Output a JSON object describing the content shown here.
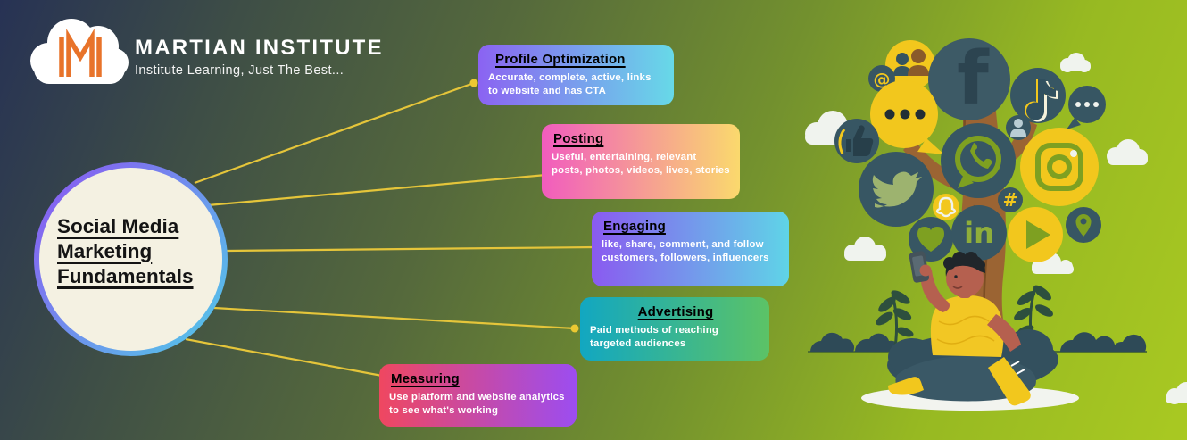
{
  "brand": {
    "name": "MARTIAN INSTITUTE",
    "tagline": "Institute Learning, Just The Best...",
    "logo": "white-cloud-with-orange-M-monogram",
    "logo_color": "#e8732a"
  },
  "center_topic": {
    "lines": [
      "Social Media",
      "Marketing",
      "Fundamentals"
    ],
    "fill": "#f4f1e2",
    "ring_gradient": [
      "#8a5af2",
      "#53c6e8"
    ]
  },
  "nodes": [
    {
      "title": "Profile Optimization",
      "description": "Accurate, complete, active, links to website and has CTA",
      "gradient": [
        "#8b63f2",
        "#67d9e8"
      ]
    },
    {
      "title": "Posting",
      "description": "Useful, entertaining, relevant posts, photos, videos, lives, stories",
      "gradient": [
        "#f15cbe",
        "#fad96d"
      ]
    },
    {
      "title": "Engaging",
      "description": "like, share, comment, and follow customers, followers, influencers",
      "gradient": [
        "#8a5af0",
        "#5fd4e7"
      ]
    },
    {
      "title": "Advertising",
      "description": "Paid methods of reaching targeted audiences",
      "gradient": [
        "#12a7c1",
        "#5cc366"
      ]
    },
    {
      "title": "Measuring",
      "description": "Use platform and website analytics to see what's working",
      "gradient": [
        "#ef4760",
        "#9c4df0"
      ]
    }
  ],
  "connector_color": "#e5c53a",
  "background_gradient": [
    "#273254",
    "#55693c",
    "#a9c922"
  ],
  "illustration": {
    "scene": "Person taking a selfie while sitting under a tree whose foliage is made of social media icons",
    "glyphs": {
      "facebook": "f",
      "at": "@",
      "hashtag": "#",
      "linkedin": "in"
    },
    "icon_names": [
      "group-icon",
      "at-icon",
      "facebook-icon",
      "tiktok-icon",
      "chat-dots-icon",
      "speech-bubble-icon",
      "thumbs-up-icon",
      "user-icon",
      "whatsapp-icon",
      "instagram-icon",
      "twitter-icon",
      "snapchat-icon",
      "hashtag-icon",
      "heart-icon",
      "linkedin-icon",
      "youtube-play-icon",
      "location-pin-icon"
    ],
    "palette": {
      "dark_circle": "#375663",
      "yellow_circle": "#f2c71d",
      "glyph_green": "#7ea021",
      "trunk": "#9b6433",
      "cloud": "#f0f3ee"
    }
  }
}
